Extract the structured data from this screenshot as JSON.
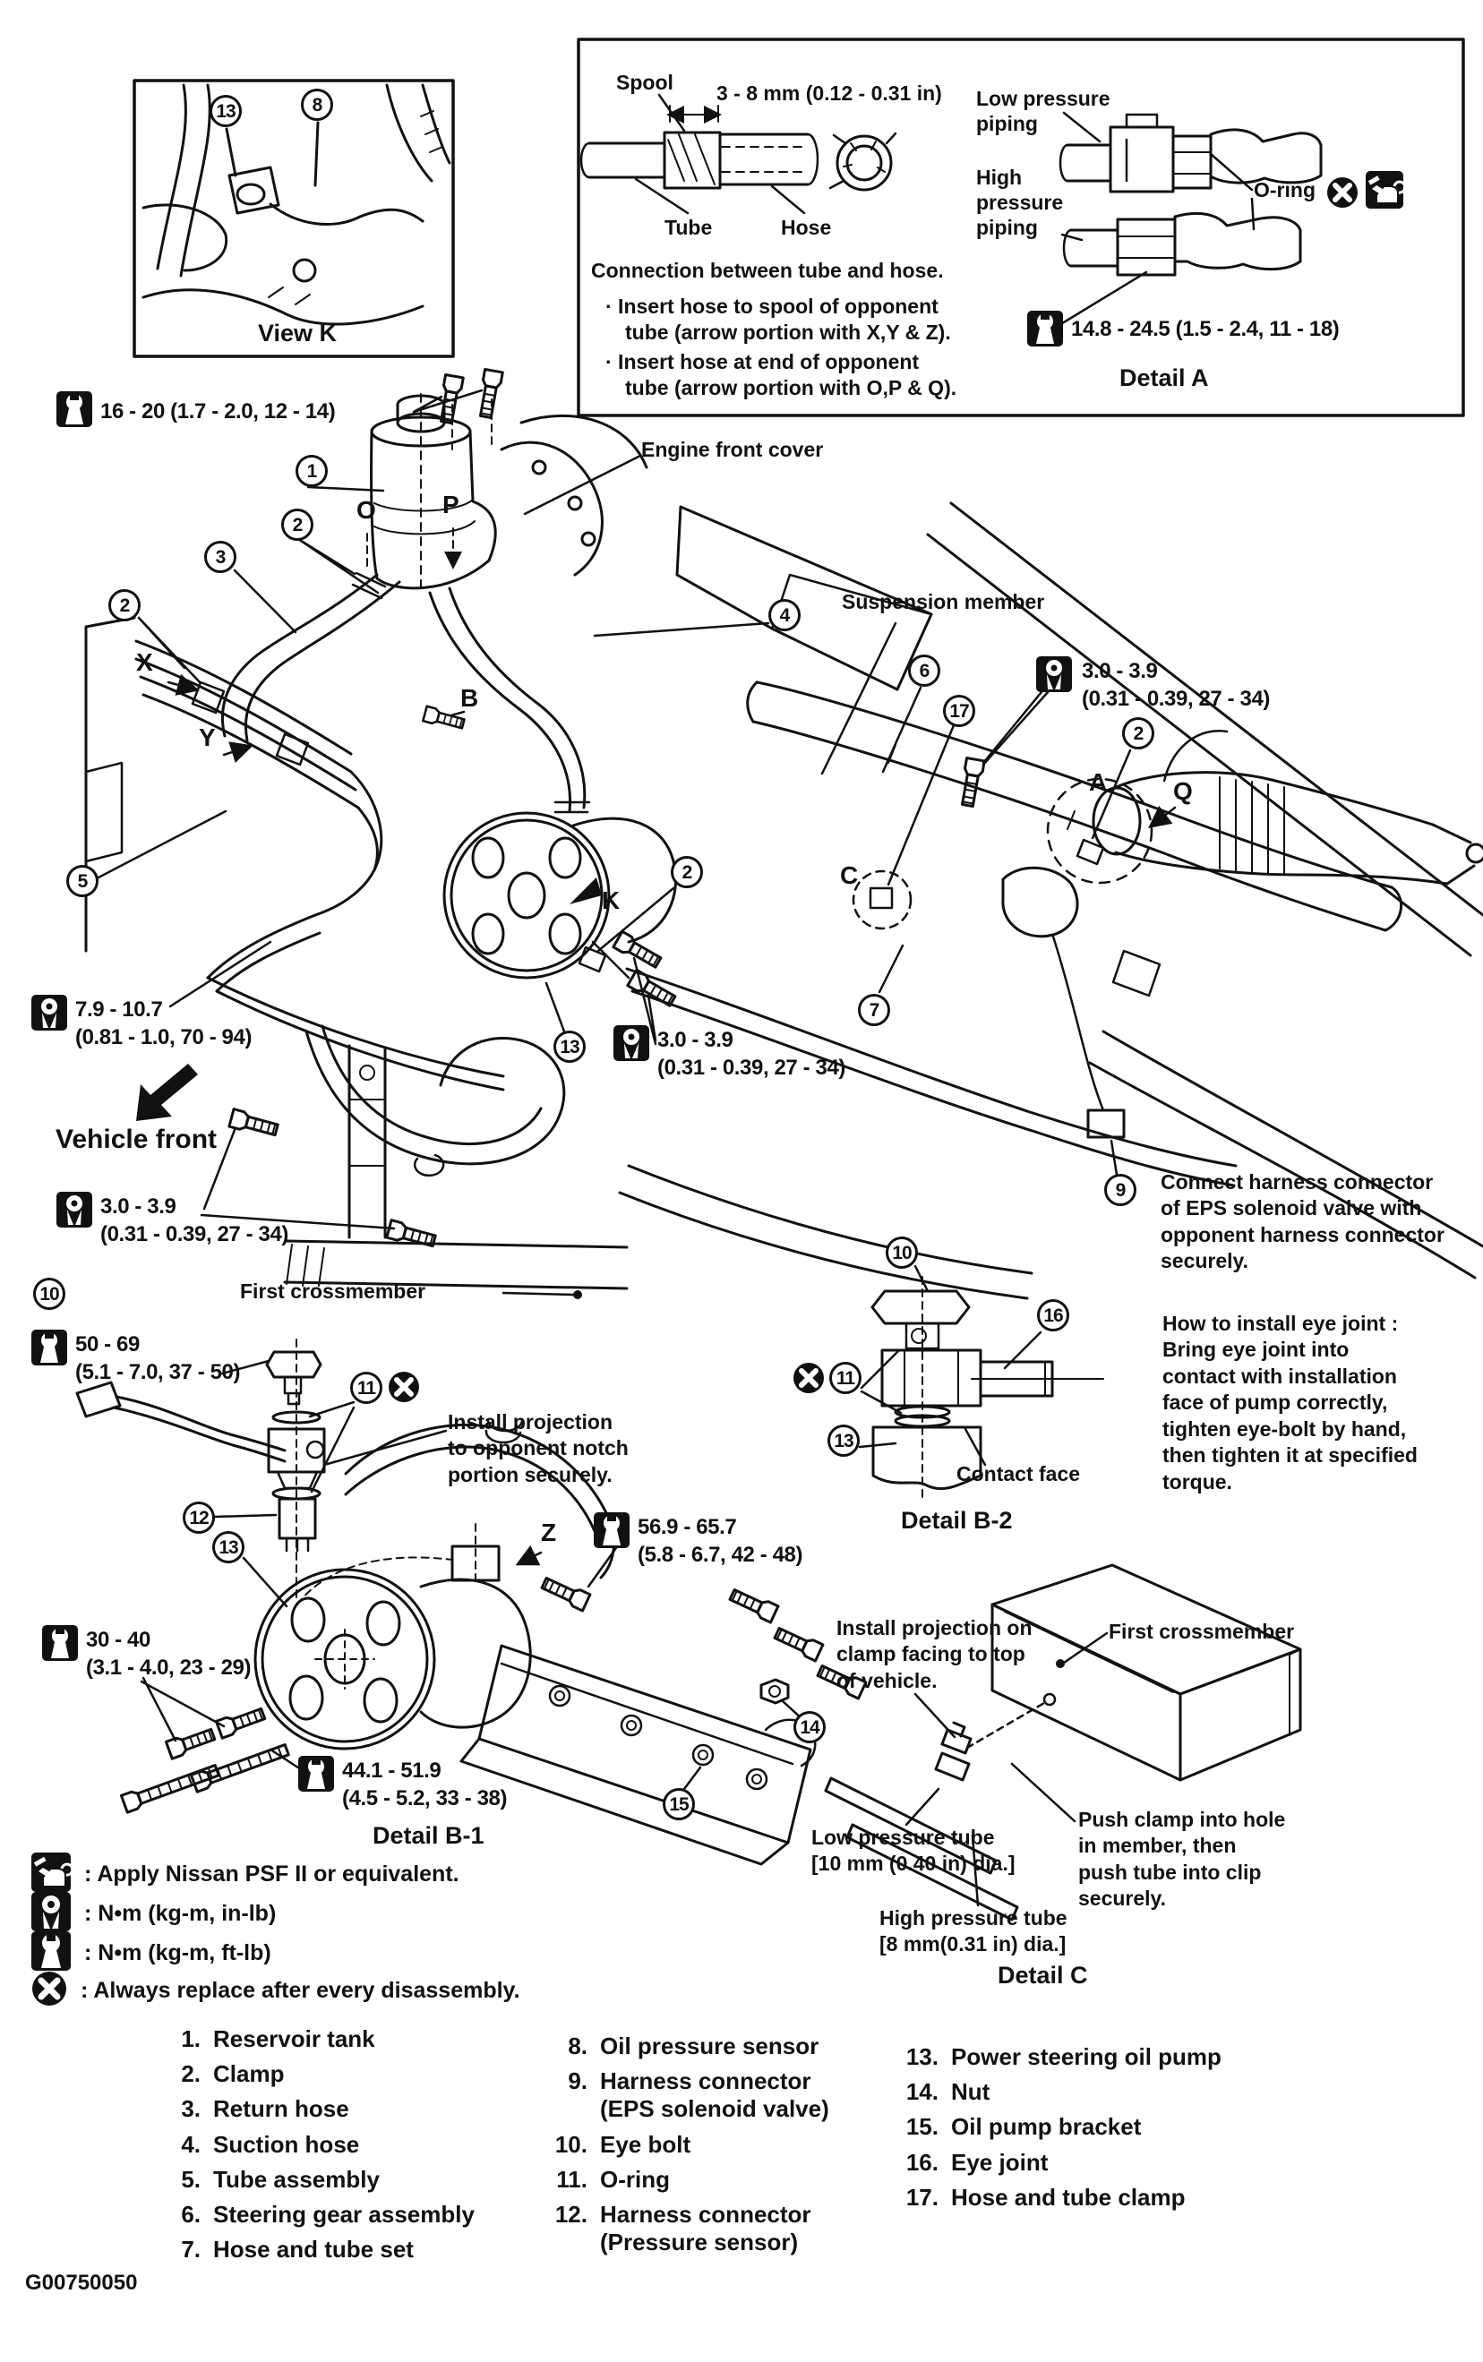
{
  "labels": {
    "view_k": "View K",
    "engine_front_cover": "Engine front cover",
    "suspension_member": "Suspension member",
    "vehicle_front": "Vehicle front",
    "first_crossmember": "First crossmember",
    "contact_face": "Contact face",
    "detail_a": "Detail A",
    "detail_b1": "Detail B-1",
    "detail_b2": "Detail B-2",
    "detail_c": "Detail C",
    "spool": "Spool",
    "dim_3_8": "3 - 8 mm (0.12 - 0.31 in)",
    "tube": "Tube",
    "hose": "Hose",
    "low_pressure_piping": "Low pressure\npiping",
    "high_pressure_piping": "High\npressure\npiping",
    "o_ring": "O-ring",
    "low_pressure_tube": "Low pressure tube\n[10 mm (0.40 in) dia.]",
    "high_pressure_tube": "High pressure tube\n[8 mm(0.31 in) dia.]",
    "doc_id": "G00750050"
  },
  "torques": {
    "t16_20": "16 - 20 (1.7 - 2.0, 12 - 14)",
    "t148_245": "14.8 - 24.5 (1.5 - 2.4, 11 - 18)",
    "t30_39": "3.0 - 3.9\n(0.31 - 0.39, 27 - 34)",
    "t79_107": "7.9 - 10.7\n(0.81 - 1.0, 70 - 94)",
    "t50_69": "50 - 69\n(5.1 - 7.0, 37 - 50)",
    "t569_657": "56.9 - 65.7\n(5.8 - 6.7, 42 - 48)",
    "t30_40": "30 - 40\n(3.1 - 4.0, 23 - 29)",
    "t441_519": "44.1 - 51.9\n(4.5 - 5.2, 33 - 38)"
  },
  "notes": {
    "connection_title": "Connection between tube and hose.",
    "connection_bullet1": "·  Insert hose to spool of opponent\ntube (arrow portion with X,Y & Z).",
    "connection_bullet2": "·  Insert hose at end of opponent\ntube (arrow portion with O,P & Q).",
    "eps_connector": "Connect harness connector\nof EPS solenoid valve with\nopponent harness connector\nsecurely.",
    "eye_joint": "How to install eye joint :\nBring eye joint into\ncontact with installation\nface of pump correctly,\ntighten eye-bolt by hand,\nthen tighten it at specified\ntorque.",
    "install_notch": "Install projection\nto opponent notch\nportion securely.",
    "install_clamp": "Install projection on\nclamp facing to top\nof vehicle.",
    "push_clamp": "Push clamp into hole\nin member, then\npush tube into clip\nsecurely."
  },
  "callouts": {
    "n1": "1",
    "n2": "2",
    "n3": "3",
    "n4": "4",
    "n5": "5",
    "n6": "6",
    "n7": "7",
    "n8": "8",
    "n9": "9",
    "n10": "10",
    "n11": "11",
    "n12": "12",
    "n13": "13",
    "n14": "14",
    "n15": "15",
    "n16": "16",
    "n17": "17"
  },
  "ref_letters": {
    "O": "O",
    "P": "P",
    "Q": "Q",
    "X": "X",
    "Y": "Y",
    "Z": "Z",
    "A": "A",
    "B": "B",
    "C": "C",
    "K": "K"
  },
  "legend": {
    "items": [
      {
        "icon": "oil-can-icon",
        "text": ":  Apply Nissan PSF II or equivalent."
      },
      {
        "icon": "wrench-in-lb-icon",
        "text": ":  N•m  (kg-m,  in-lb)"
      },
      {
        "icon": "wrench-ft-lb-icon",
        "text": ":  N•m (kg-m,  ft-lb)"
      },
      {
        "icon": "replace-icon",
        "text": ":  Always replace after every disassembly."
      }
    ]
  },
  "parts_list": {
    "columns": [
      {
        "items": [
          {
            "num": "1.",
            "name": "Reservoir tank"
          },
          {
            "num": "2.",
            "name": "Clamp"
          },
          {
            "num": "3.",
            "name": "Return hose"
          },
          {
            "num": "4.",
            "name": "Suction hose"
          },
          {
            "num": "5.",
            "name": "Tube assembly"
          },
          {
            "num": "6.",
            "name": "Steering gear assembly"
          },
          {
            "num": "7.",
            "name": "Hose and tube set"
          }
        ]
      },
      {
        "items": [
          {
            "num": "8.",
            "name": "Oil pressure sensor"
          },
          {
            "num": "9.",
            "name": "Harness connector\n(EPS solenoid valve)"
          },
          {
            "num": "10.",
            "name": "Eye bolt"
          },
          {
            "num": "11.",
            "name": "O-ring"
          },
          {
            "num": "12.",
            "name": "Harness connector\n(Pressure sensor)"
          }
        ]
      },
      {
        "items": [
          {
            "num": "13.",
            "name": "Power steering oil pump"
          },
          {
            "num": "14.",
            "name": "Nut"
          },
          {
            "num": "15.",
            "name": "Oil pump bracket"
          },
          {
            "num": "16.",
            "name": "Eye joint"
          },
          {
            "num": "17.",
            "name": "Hose and tube clamp"
          }
        ]
      }
    ]
  }
}
